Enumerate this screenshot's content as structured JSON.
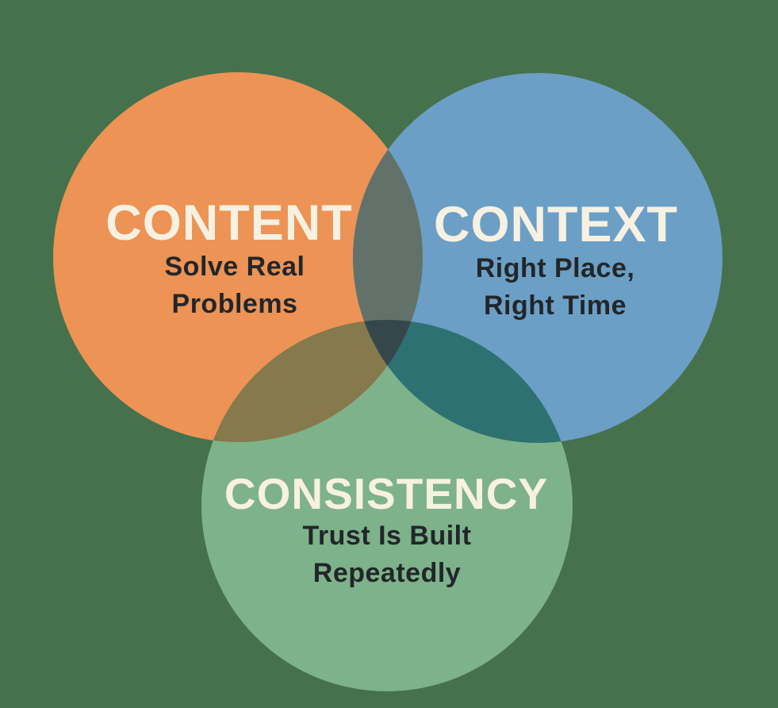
{
  "diagram": {
    "type": "venn",
    "background_color": "#46714D",
    "circles": [
      {
        "id": "content",
        "title": "CONTENT",
        "subtitle_line1": "Solve Real",
        "subtitle_line2": "Problems",
        "color": "#EC9355",
        "position": "top-left"
      },
      {
        "id": "context",
        "title": "CONTEXT",
        "subtitle_line1": "Right Place,",
        "subtitle_line2": "Right Time",
        "color": "#6C9FC6",
        "position": "top-right"
      },
      {
        "id": "consistency",
        "title": "CONSISTENCY",
        "subtitle_line1": "Trust Is Built",
        "subtitle_line2": "Repeatedly",
        "color": "#7EB28A",
        "position": "bottom-center"
      }
    ]
  },
  "colors": {
    "background": "#46714D",
    "orange": "#EC9355",
    "blue": "#6C9FC6",
    "green": "#7EB28A",
    "overlap_orange_blue": "#62726A",
    "overlap_orange_green": "#86794B",
    "overlap_blue_green": "#2E7173",
    "overlap_center": "#36474B",
    "title_text": "#F7F1E1",
    "subtitle_text": "#22262A"
  }
}
